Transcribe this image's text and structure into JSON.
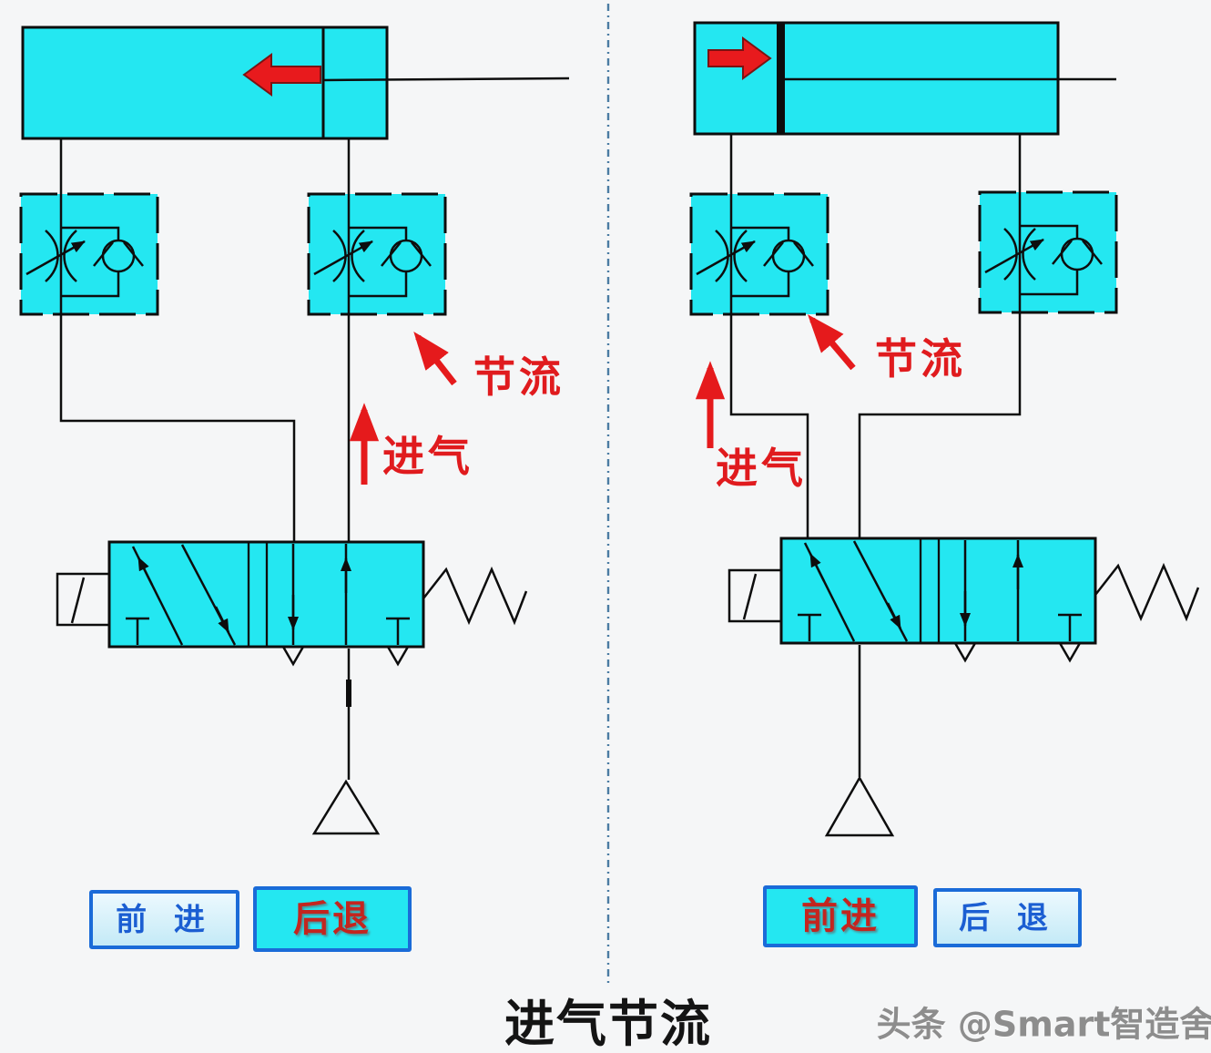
{
  "title": "进气节流",
  "watermark": "头条 @Smart智造舍",
  "colors": {
    "component_cyan": "#24e7f1",
    "line_black": "#0d0d0d",
    "arrow_red": "#e51a1c",
    "button_border_blue": "#1a6bd8",
    "button_text_blue": "#1b5ed2",
    "button_text_red": "#c3251f",
    "divider_blue": "#4b7ca3"
  },
  "left_panel": {
    "description": "cylinder retracting, piston arrow points left",
    "annotations": {
      "throttle": "节流",
      "intake": "进气"
    },
    "buttons": {
      "forward": {
        "label": "前 进",
        "state": "inactive"
      },
      "backward": {
        "label": "后退",
        "state": "active"
      }
    }
  },
  "right_panel": {
    "description": "cylinder extending, piston arrow points right",
    "annotations": {
      "throttle": "节流",
      "intake": "进气"
    },
    "buttons": {
      "forward": {
        "label": "前进",
        "state": "active"
      },
      "backward": {
        "label": "后 退",
        "state": "inactive"
      }
    }
  }
}
